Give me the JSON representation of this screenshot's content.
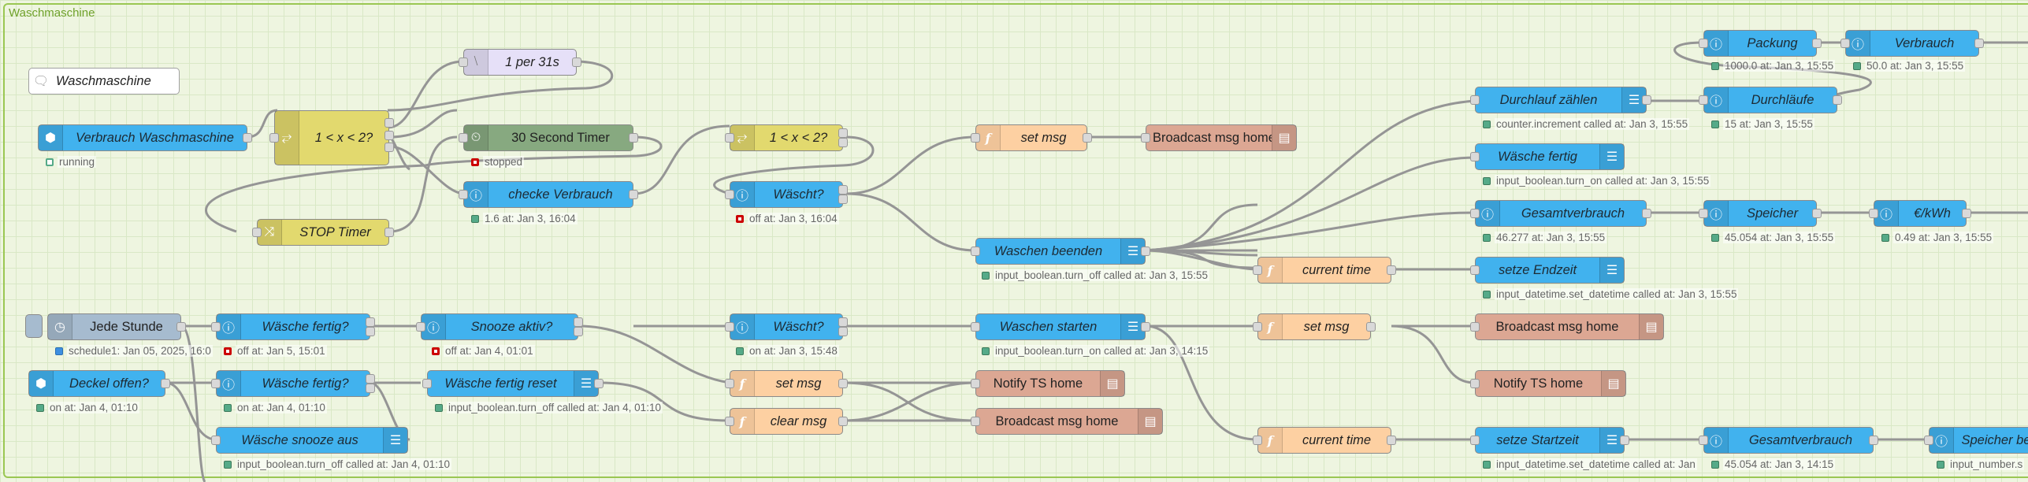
{
  "group": {
    "label": "Waschmaschine"
  },
  "comment": {
    "label": "Waschmaschine"
  },
  "nodes": {
    "verbrauch_waschmaschine": {
      "label": "Verbrauch Waschmaschine",
      "status": "running"
    },
    "switch_top": {
      "label": "1 < x < 2?"
    },
    "rate_limit": {
      "label": "1 per 31s"
    },
    "trigger_30s": {
      "label": "30 Second Timer",
      "status": "stopped"
    },
    "stop_timer": {
      "label": "STOP Timer"
    },
    "checke_verbrauch": {
      "label": "checke Verbrauch",
      "status": "1.6 at: Jan 3, 16:04"
    },
    "switch_mid": {
      "label": "1 < x < 2?"
    },
    "waescht_1": {
      "label": "Wäscht?",
      "status": "off at: Jan 3, 16:04"
    },
    "set_msg_top": {
      "label": "set msg"
    },
    "broadcast_top": {
      "label": "Broadcast msg home"
    },
    "waschen_beenden": {
      "label": "Waschen beenden",
      "status": "input_boolean.turn_off called at: Jan 3, 15:55"
    },
    "current_time_top": {
      "label": "current time"
    },
    "setze_endzeit": {
      "label": "setze Endzeit",
      "status": "input_datetime.set_datetime called at: Jan 3, 15:55"
    },
    "durchlauf_zaehlen": {
      "label": "Durchlauf zählen",
      "status": "counter.increment called at: Jan 3, 15:55"
    },
    "waesche_fertig_top": {
      "label": "Wäsche fertig",
      "status": "input_boolean.turn_on called at: Jan 3, 15:55"
    },
    "gesamtverbrauch_top": {
      "label": "Gesamtverbrauch",
      "status": "46.277 at: Jan 3, 15:55"
    },
    "speicher_top": {
      "label": "Speicher",
      "status": "45.054 at: Jan 3, 15:55"
    },
    "eur_kwh": {
      "label": "€/kWh",
      "status": "0.49 at: Jan 3, 15:55"
    },
    "packung": {
      "label": "Packung",
      "status": "1000.0 at: Jan 3, 15:55"
    },
    "verbrauch": {
      "label": "Verbrauch",
      "status": "50.0 at: Jan 3, 15:55"
    },
    "durchlaeufe": {
      "label": "Durchläufe",
      "status": "15 at: Jan 3, 15:55"
    },
    "jede_stunde": {
      "label": "Jede Stunde",
      "status": "schedule1: Jan 05, 2025, 16:0"
    },
    "waesche_fertig_a": {
      "label": "Wäsche fertig?",
      "status": "off at: Jan 5, 15:01"
    },
    "snooze_aktiv": {
      "label": "Snooze aktiv?",
      "status": "off at: Jan 4, 01:01"
    },
    "deckel_offen": {
      "label": "Deckel offen?",
      "status": "on at: Jan 4, 01:10"
    },
    "waesche_fertig_b": {
      "label": "Wäsche fertig?",
      "status": "on at: Jan 4, 01:10"
    },
    "waesche_fertig_reset": {
      "label": "Wäsche fertig reset",
      "status": "input_boolean.turn_off called at: Jan 4, 01:10"
    },
    "waesche_snooze_aus": {
      "label": "Wäsche snooze aus",
      "status": "input_boolean.turn_off called at: Jan 4, 01:10"
    },
    "waescht_2": {
      "label": "Wäscht?",
      "status": "on at: Jan 3, 15:48"
    },
    "set_msg_mid": {
      "label": "set msg"
    },
    "clear_msg": {
      "label": "clear msg"
    },
    "notify_ts_mid": {
      "label": "Notify TS home"
    },
    "broadcast_mid": {
      "label": "Broadcast msg home"
    },
    "waschen_starten": {
      "label": "Waschen starten",
      "status": "input_boolean.turn_on called at: Jan 3, 14:15"
    },
    "set_msg_right": {
      "label": "set msg"
    },
    "broadcast_right": {
      "label": "Broadcast msg home"
    },
    "notify_ts_right": {
      "label": "Notify TS home"
    },
    "current_time_bottom": {
      "label": "current time"
    },
    "setze_startzeit": {
      "label": "setze Startzeit",
      "status": "input_datetime.set_datetime called at: Jan"
    },
    "gesamtverbrauch_bottom": {
      "label": "Gesamtverbrauch",
      "status": "45.054 at: Jan 3, 14:15"
    },
    "speicher_bottom": {
      "label": "Speicher be",
      "status": "input_number.s"
    }
  },
  "icons": {
    "ha": "info-icon",
    "ha_event": "hexagon-icon",
    "service": "router-icon",
    "func": "function-icon",
    "switch": "switch-icon",
    "trigger": "timer-icon",
    "delay": "delay-icon",
    "ui": "ui-icon",
    "inject": "clock-icon"
  },
  "colors": {
    "ha": "#41b2ee",
    "function": "#fdd0a2",
    "switch": "#e2d96e",
    "trigger": "#87a980",
    "delay": "#e6e0f8",
    "ui": "#dca793",
    "inject": "#a6bbcf",
    "group_border": "#9ac752"
  }
}
